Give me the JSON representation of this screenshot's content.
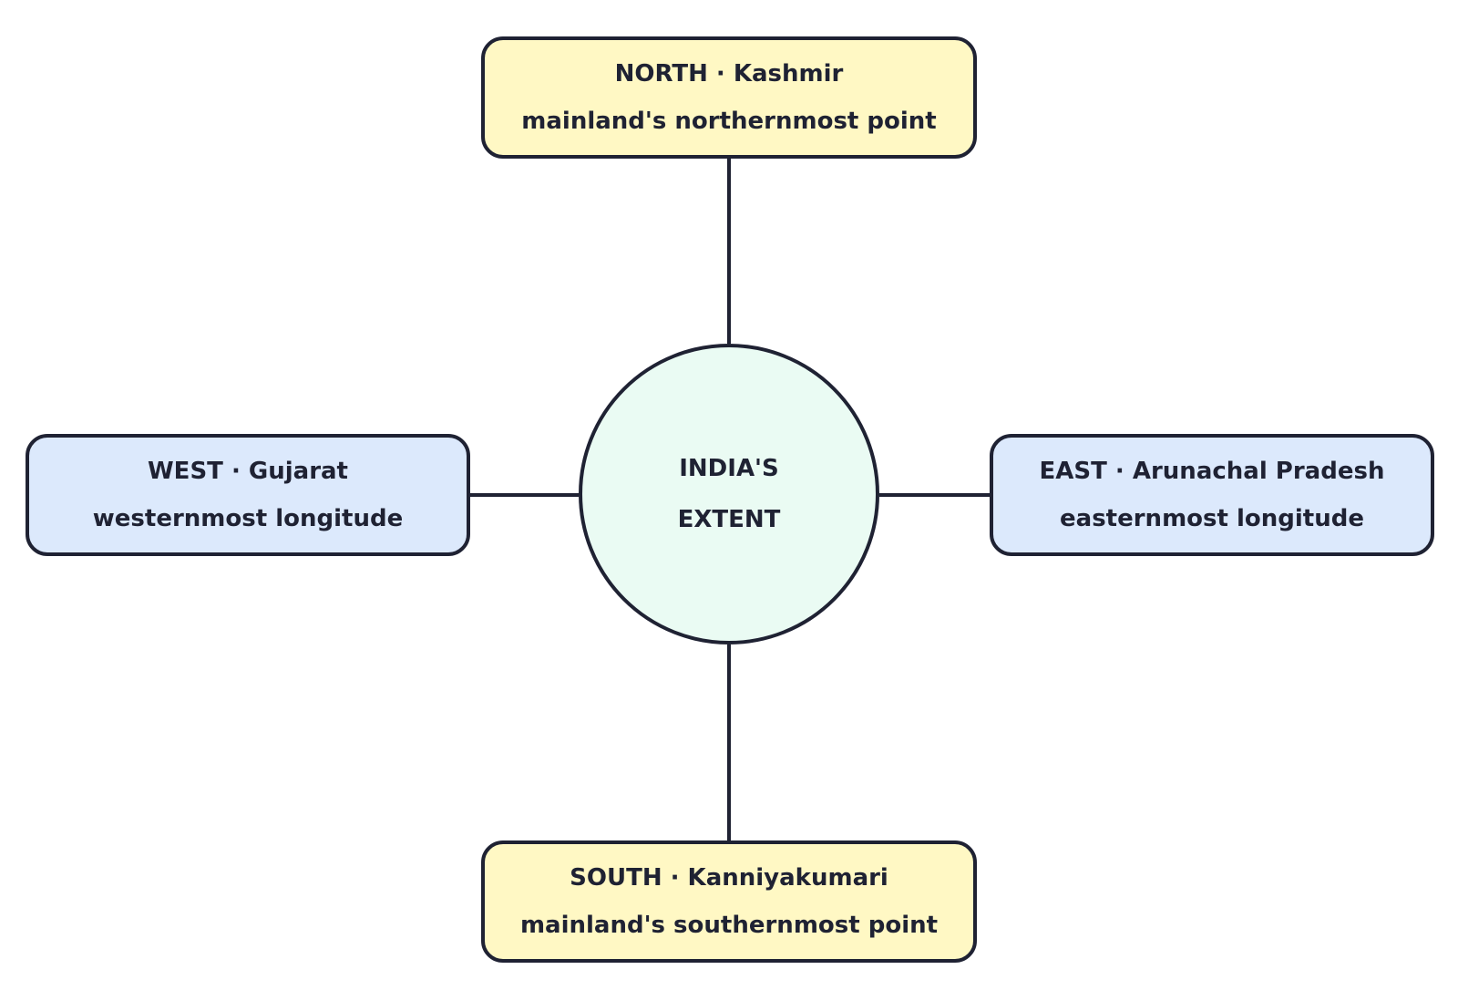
{
  "diagram": {
    "center": {
      "line1": "INDIA'S",
      "line2": "EXTENT",
      "fill": "#eafbf3"
    },
    "nodes": {
      "north": {
        "heading": "NORTH · Kashmir",
        "caption": "mainland's northernmost point",
        "fill": "#fff8c4"
      },
      "south": {
        "heading": "SOUTH · Kanniyakumari",
        "caption": "mainland's southernmost point",
        "fill": "#fff8c4"
      },
      "west": {
        "heading": "WEST · Gujarat",
        "caption": "westernmost longitude",
        "fill": "#dce9fc"
      },
      "east": {
        "heading": "EAST · Arunachal Pradesh",
        "caption": "easternmost longitude",
        "fill": "#dce9fc"
      }
    },
    "stroke_color": "#1f2233"
  }
}
